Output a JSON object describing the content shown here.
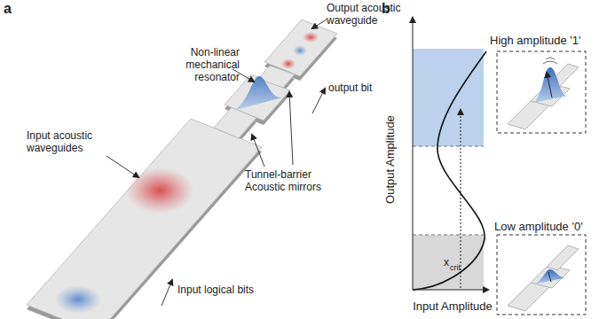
{
  "diagram": {
    "labels": [
      "a",
      "b",
      "Output acoustic waveguide",
      "Non-linear mechanical resonator",
      "output bit",
      "Input acoustic waveguides",
      "Tunnel-barrier Acoustic mirrors",
      "Input logical bits",
      "Output Amplitude",
      "Input Amplitude",
      "x",
      "crit",
      "High amplitude '1'",
      "Low amplitude '0'"
    ]
  }
}
